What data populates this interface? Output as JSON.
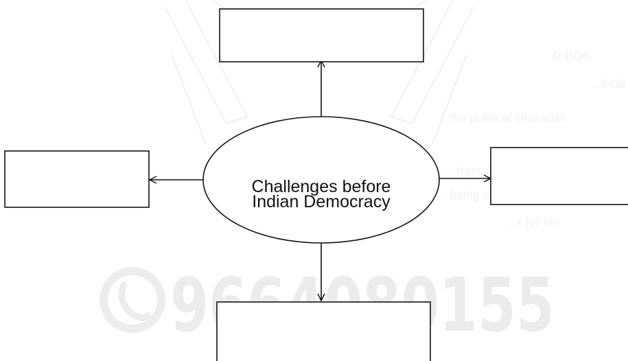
{
  "diagram": {
    "center_label_line1": "Challenges before",
    "center_label_line2": "Indian Democracy",
    "boxes": [
      {
        "id": "top",
        "label": ""
      },
      {
        "id": "left",
        "label": ""
      },
      {
        "id": "right",
        "label": ""
      },
      {
        "id": "bottom",
        "label": ""
      }
    ]
  },
  "watermark": {
    "phone_number": "9664080155",
    "icon": "whatsapp-phone-icon",
    "ghost_lines": [
      "R BOS",
      "...itical",
      "...the political character",
      "...rtain. The power",
      "...being carried o",
      "...r for life"
    ]
  },
  "colors": {
    "stroke": "#111111",
    "watermark": "#ececec",
    "background": "#ffffff"
  }
}
